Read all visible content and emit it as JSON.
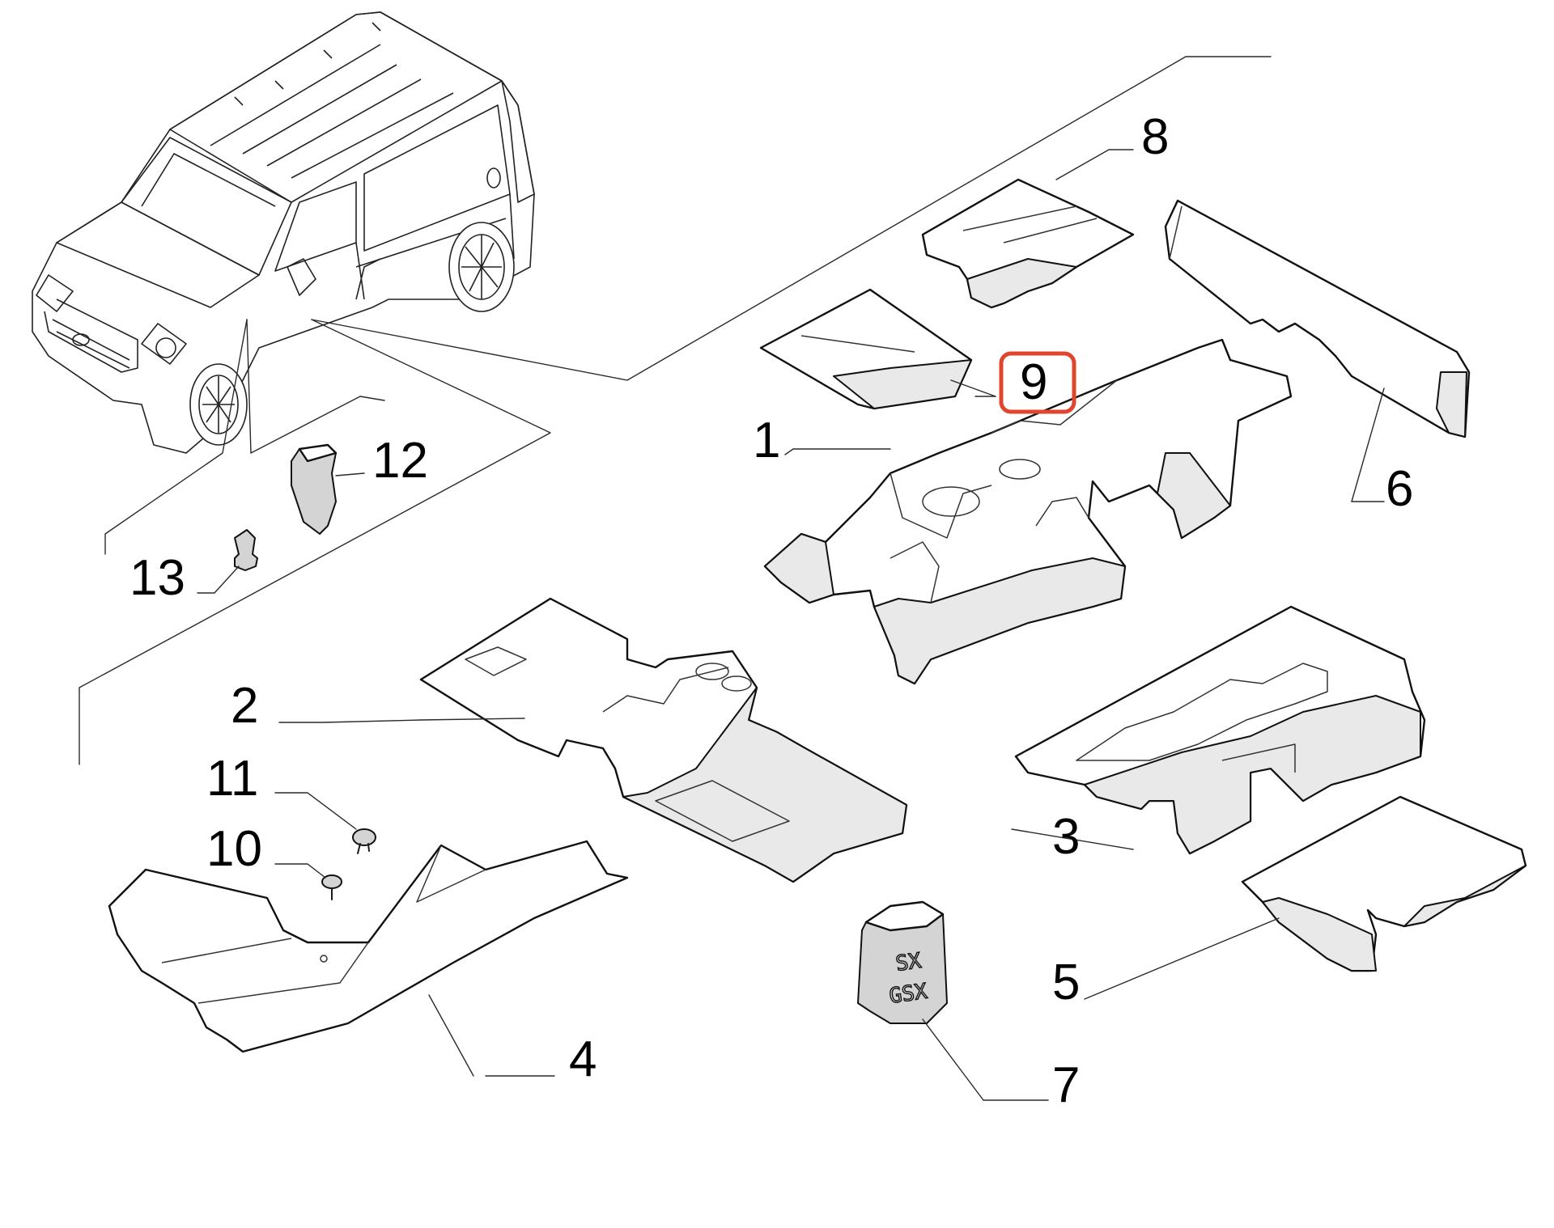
{
  "diagram": {
    "callouts": [
      {
        "id": "1",
        "label": "1"
      },
      {
        "id": "2",
        "label": "2"
      },
      {
        "id": "3",
        "label": "3"
      },
      {
        "id": "4",
        "label": "4"
      },
      {
        "id": "5",
        "label": "5"
      },
      {
        "id": "6",
        "label": "6"
      },
      {
        "id": "7",
        "label": "7"
      },
      {
        "id": "8",
        "label": "8"
      },
      {
        "id": "9",
        "label": "9"
      },
      {
        "id": "10",
        "label": "10"
      },
      {
        "id": "11",
        "label": "11"
      },
      {
        "id": "12",
        "label": "12"
      },
      {
        "id": "13",
        "label": "13"
      }
    ],
    "cap_markings": {
      "line1": "SX",
      "line2": "GSX"
    },
    "highlight": {
      "target": "9",
      "color": "#e0452f"
    }
  }
}
